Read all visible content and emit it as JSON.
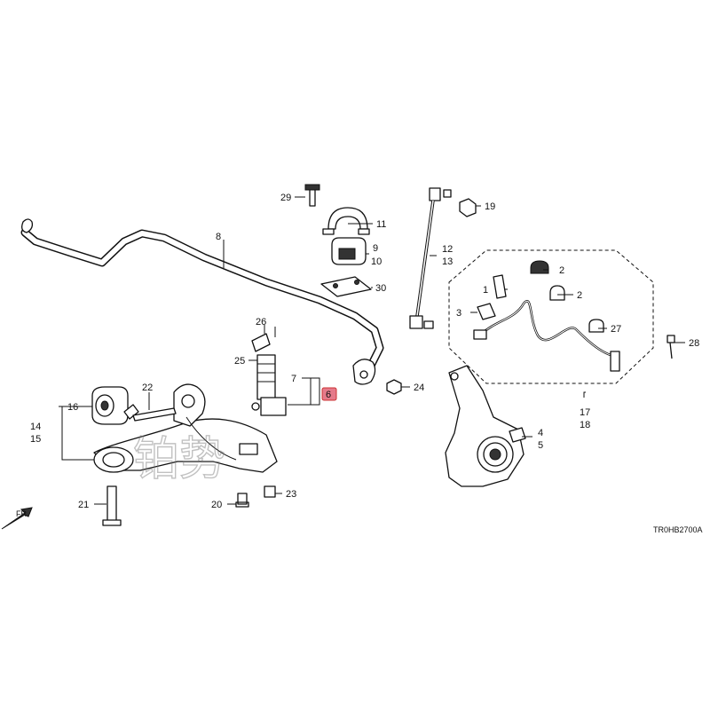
{
  "diagram": {
    "code": "TR0HB2700A",
    "direction": "FR.",
    "watermark": "铂势",
    "accent_color": "#e57a8a",
    "callouts": {
      "n1": "1",
      "n2a": "2",
      "n2b": "2",
      "n3": "3",
      "n4": "4",
      "n5": "5",
      "n6": "6",
      "n7": "7",
      "n8": "8",
      "n9": "9",
      "n10": "10",
      "n11": "11",
      "n12": "12",
      "n13": "13",
      "n14": "14",
      "n15": "15",
      "n16": "16",
      "n17": "17",
      "n18": "18",
      "n19": "19",
      "n20": "20",
      "n21": "21",
      "n22": "22",
      "n23": "23",
      "n24": "24",
      "n25": "25",
      "n26": "26",
      "n27": "27",
      "n28": "28",
      "n29": "29",
      "n30": "30"
    }
  }
}
